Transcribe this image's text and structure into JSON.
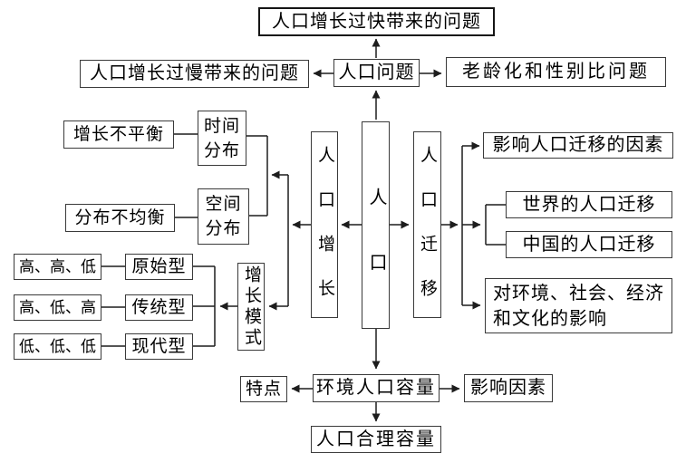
{
  "nodes": {
    "rapid_growth_problem": "人口增长过快带来的问题",
    "slow_growth_problem": "人口增长过慢带来的问题",
    "population_problem": "人口问题",
    "aging_sex_ratio_problem": "老龄化和性别比问题",
    "growth_imbalance": "增长不平衡",
    "time_distribution": "时间\n分布",
    "uneven_distribution": "分布不均衡",
    "space_distribution": "空间\n分布",
    "population_growth": "人口增长",
    "population": "人口",
    "population_migration": "人口迁移",
    "high_high_low": "高、高、低",
    "primitive_type": "原始型",
    "high_low_high": "高、低、高",
    "traditional_type": "传统型",
    "low_low_low": "低、低、低",
    "modern_type": "现代型",
    "growth_pattern": "增长模式",
    "migration_factors": "影响人口迁移的因素",
    "world_migration": "世界的人口迁移",
    "china_migration": "中国的人口迁移",
    "env_social_impact": "对环境、社会、经济\n和文化的影响",
    "features": "特点",
    "env_population_capacity": "环境人口容量",
    "influence_factors": "影响因素",
    "reasonable_capacity": "人口合理容量"
  },
  "colors": {
    "background": "#ffffff",
    "line": "#1d1d1d",
    "text": "#000000",
    "box_border": "#3a3a3a"
  }
}
